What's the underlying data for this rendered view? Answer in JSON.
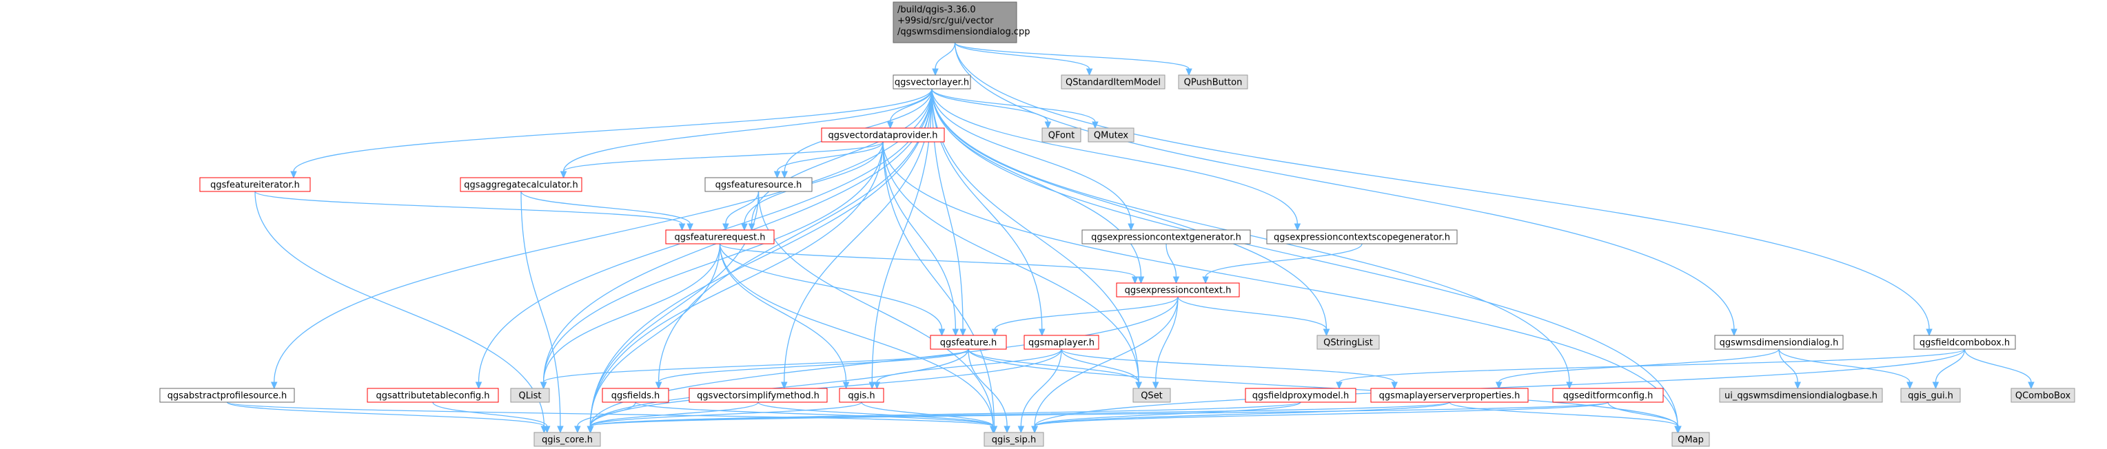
{
  "colors": {
    "edge": "#63b8ff",
    "node_border": "#666666",
    "node_border_has_more": "#ff0000",
    "external_fill": "#e0e0e0",
    "root_fill": "#999999"
  },
  "nodes": [
    {
      "id": "root",
      "lines": [
        "/build/qgis-3.36.0",
        "+99sid/src/gui/vector",
        "/qgswmsdimensiondialog.cpp"
      ],
      "style": "root"
    },
    {
      "id": "qgsvectorlayer_h",
      "lines": [
        "qgsvectorlayer.h"
      ],
      "style": "normal"
    },
    {
      "id": "qstandarditemmodel",
      "lines": [
        "QStandardItemModel"
      ],
      "style": "gray"
    },
    {
      "id": "qpushbutton",
      "lines": [
        "QPushButton"
      ],
      "style": "gray"
    },
    {
      "id": "qgsvectordataprovider_h",
      "lines": [
        "qgsvectordataprovider.h"
      ],
      "style": "red"
    },
    {
      "id": "qfont",
      "lines": [
        "QFont"
      ],
      "style": "gray"
    },
    {
      "id": "qmutex",
      "lines": [
        "QMutex"
      ],
      "style": "gray"
    },
    {
      "id": "qgsfeatureiterator_h",
      "lines": [
        "qgsfeatureiterator.h"
      ],
      "style": "red"
    },
    {
      "id": "qgsaggregatecalculator_h",
      "lines": [
        "qgsaggregatecalculator.h"
      ],
      "style": "red"
    },
    {
      "id": "qgsfeaturesource_h",
      "lines": [
        "qgsfeaturesource.h"
      ],
      "style": "normal"
    },
    {
      "id": "qgsfeaturerequest_h",
      "lines": [
        "qgsfeaturerequest.h"
      ],
      "style": "red"
    },
    {
      "id": "qgsexpressioncontextgenerator_h",
      "lines": [
        "qgsexpressioncontextgenerator.h"
      ],
      "style": "normal"
    },
    {
      "id": "qgsexpressioncontextscopegenerator_h",
      "lines": [
        "qgsexpressioncontextscopegenerator.h"
      ],
      "style": "normal"
    },
    {
      "id": "qgsexpressioncontext_h",
      "lines": [
        "qgsexpressioncontext.h"
      ],
      "style": "red"
    },
    {
      "id": "qgsfeature_h",
      "lines": [
        "qgsfeature.h"
      ],
      "style": "red"
    },
    {
      "id": "qgsmaplayer_h",
      "lines": [
        "qgsmaplayer.h"
      ],
      "style": "red"
    },
    {
      "id": "qstringlist",
      "lines": [
        "QStringList"
      ],
      "style": "gray"
    },
    {
      "id": "qgswmsdimensiondialog_h",
      "lines": [
        "qgswmsdimensiondialog.h"
      ],
      "style": "normal"
    },
    {
      "id": "qgsfieldcombobox_h",
      "lines": [
        "qgsfieldcombobox.h"
      ],
      "style": "normal"
    },
    {
      "id": "qgsabstractprofilesource_h",
      "lines": [
        "qgsabstractprofilesource.h"
      ],
      "style": "normal"
    },
    {
      "id": "qgsattributetableconfig_h",
      "lines": [
        "qgsattributetableconfig.h"
      ],
      "style": "red"
    },
    {
      "id": "qlist",
      "lines": [
        "QList"
      ],
      "style": "gray"
    },
    {
      "id": "qgsfields_h",
      "lines": [
        "qgsfields.h"
      ],
      "style": "red"
    },
    {
      "id": "qgsvectorsimplifymethod_h",
      "lines": [
        "qgsvectorsimplifymethod.h"
      ],
      "style": "red"
    },
    {
      "id": "qgis_h",
      "lines": [
        "qgis.h"
      ],
      "style": "red"
    },
    {
      "id": "qset",
      "lines": [
        "QSet"
      ],
      "style": "gray"
    },
    {
      "id": "qgsfieldproxymodel_h",
      "lines": [
        "qgsfieldproxymodel.h"
      ],
      "style": "red"
    },
    {
      "id": "qgsmaplayerserverproperties_h",
      "lines": [
        "qgsmaplayerserverproperties.h"
      ],
      "style": "red"
    },
    {
      "id": "qgseditformconfig_h",
      "lines": [
        "qgseditformconfig.h"
      ],
      "style": "red"
    },
    {
      "id": "ui_qgswmsdimensiondialogbase_h",
      "lines": [
        "ui_qgswmsdimensiondialogbase.h"
      ],
      "style": "gray"
    },
    {
      "id": "qgis_gui_h",
      "lines": [
        "qgis_gui.h"
      ],
      "style": "gray"
    },
    {
      "id": "qcombobox",
      "lines": [
        "QComboBox"
      ],
      "style": "gray"
    },
    {
      "id": "qgis_core_h",
      "lines": [
        "qgis_core.h"
      ],
      "style": "gray"
    },
    {
      "id": "qgis_sip_h",
      "lines": [
        "qgis_sip.h"
      ],
      "style": "gray"
    },
    {
      "id": "qmap",
      "lines": [
        "QMap"
      ],
      "style": "gray"
    }
  ],
  "edges": [
    [
      "root",
      "qgsvectorlayer_h"
    ],
    [
      "root",
      "qstandarditemmodel"
    ],
    [
      "root",
      "qpushbutton"
    ],
    [
      "root",
      "qgswmsdimensiondialog_h"
    ],
    [
      "root",
      "qgsfieldcombobox_h"
    ],
    [
      "qgsvectorlayer_h",
      "qgsvectordataprovider_h"
    ],
    [
      "qgsvectorlayer_h",
      "qfont"
    ],
    [
      "qgsvectorlayer_h",
      "qmutex"
    ],
    [
      "qgsvectorlayer_h",
      "qgsfeatureiterator_h"
    ],
    [
      "qgsvectorlayer_h",
      "qgsaggregatecalculator_h"
    ],
    [
      "qgsvectorlayer_h",
      "qgsfeaturesource_h"
    ],
    [
      "qgsvectorlayer_h",
      "qgsfeaturerequest_h"
    ],
    [
      "qgsvectorlayer_h",
      "qgsexpressioncontextgenerator_h"
    ],
    [
      "qgsvectorlayer_h",
      "qgsexpressioncontextscopegenerator_h"
    ],
    [
      "qgsvectorlayer_h",
      "qgsexpressioncontext_h"
    ],
    [
      "qgsvectorlayer_h",
      "qgsfeature_h"
    ],
    [
      "qgsvectorlayer_h",
      "qgsmaplayer_h"
    ],
    [
      "qgsvectorlayer_h",
      "qstringlist"
    ],
    [
      "qgsvectorlayer_h",
      "qgsabstractprofilesource_h"
    ],
    [
      "qgsvectorlayer_h",
      "qgsattributetableconfig_h"
    ],
    [
      "qgsvectorlayer_h",
      "qlist"
    ],
    [
      "qgsvectorlayer_h",
      "qgsfields_h"
    ],
    [
      "qgsvectorlayer_h",
      "qgsvectorsimplifymethod_h"
    ],
    [
      "qgsvectorlayer_h",
      "qgis_h"
    ],
    [
      "qgsvectorlayer_h",
      "qset"
    ],
    [
      "qgsvectorlayer_h",
      "qgseditformconfig_h"
    ],
    [
      "qgsvectorlayer_h",
      "qgis_core_h"
    ],
    [
      "qgsvectorlayer_h",
      "qmap"
    ],
    [
      "qgsvectordataprovider_h",
      "qgsaggregatecalculator_h"
    ],
    [
      "qgsvectordataprovider_h",
      "qgsfeaturesource_h"
    ],
    [
      "qgsvectordataprovider_h",
      "qgsfeaturerequest_h"
    ],
    [
      "qgsvectordataprovider_h",
      "qgsfeature_h"
    ],
    [
      "qgsvectordataprovider_h",
      "qlist"
    ],
    [
      "qgsvectordataprovider_h",
      "qset"
    ],
    [
      "qgsvectordataprovider_h",
      "qgis_core_h"
    ],
    [
      "qgsvectordataprovider_h",
      "qgis_sip_h"
    ],
    [
      "qgsvectordataprovider_h",
      "qmap"
    ],
    [
      "qgsfeatureiterator_h",
      "qgsfeaturerequest_h"
    ],
    [
      "qgsfeatureiterator_h",
      "qgis_core_h"
    ],
    [
      "qgsaggregatecalculator_h",
      "qgsfeaturerequest_h"
    ],
    [
      "qgsaggregatecalculator_h",
      "qgis_core_h"
    ],
    [
      "qgsfeaturesource_h",
      "qgsfeaturerequest_h"
    ],
    [
      "qgsfeaturesource_h",
      "qgis_core_h"
    ],
    [
      "qgsfeaturesource_h",
      "qgis_sip_h"
    ],
    [
      "qgsfeaturerequest_h",
      "qgsexpressioncontext_h"
    ],
    [
      "qgsfeaturerequest_h",
      "qgsfeature_h"
    ],
    [
      "qgsfeaturerequest_h",
      "qlist"
    ],
    [
      "qgsfeaturerequest_h",
      "qgis_h"
    ],
    [
      "qgsfeaturerequest_h",
      "qgis_core_h"
    ],
    [
      "qgsfeaturerequest_h",
      "qgis_sip_h"
    ],
    [
      "qgsexpressioncontextgenerator_h",
      "qgsexpressioncontext_h"
    ],
    [
      "qgsexpressioncontextscopegenerator_h",
      "qgsexpressioncontext_h"
    ],
    [
      "qgsexpressioncontext_h",
      "qgsfeature_h"
    ],
    [
      "qgsexpressioncontext_h",
      "qstringlist"
    ],
    [
      "qgsexpressioncontext_h",
      "qset"
    ],
    [
      "qgsexpressioncontext_h",
      "qgis_core_h"
    ],
    [
      "qgsexpressioncontext_h",
      "qgis_sip_h"
    ],
    [
      "qgsfeature_h",
      "qlist"
    ],
    [
      "qgsfeature_h",
      "qgsfields_h"
    ],
    [
      "qgsfeature_h",
      "qset"
    ],
    [
      "qgsfeature_h",
      "qgis_core_h"
    ],
    [
      "qgsfeature_h",
      "qgis_sip_h"
    ],
    [
      "qgsfeature_h",
      "qmap"
    ],
    [
      "qgsmaplayer_h",
      "qgis_h"
    ],
    [
      "qgsmaplayer_h",
      "qset"
    ],
    [
      "qgsmaplayer_h",
      "qgsmaplayerserverproperties_h"
    ],
    [
      "qgsmaplayer_h",
      "qgis_core_h"
    ],
    [
      "qgsmaplayer_h",
      "qgis_sip_h"
    ],
    [
      "qgswmsdimensiondialog_h",
      "qgsmaplayerserverproperties_h"
    ],
    [
      "qgswmsdimensiondialog_h",
      "ui_qgswmsdimensiondialogbase_h"
    ],
    [
      "qgswmsdimensiondialog_h",
      "qgis_gui_h"
    ],
    [
      "qgsfieldcombobox_h",
      "qgsfieldproxymodel_h"
    ],
    [
      "qgsfieldcombobox_h",
      "qgis_gui_h"
    ],
    [
      "qgsfieldcombobox_h",
      "qcombobox"
    ],
    [
      "qgsfieldcombobox_h",
      "qgis_sip_h"
    ],
    [
      "qgsabstractprofilesource_h",
      "qgis_core_h"
    ],
    [
      "qgsabstractprofilesource_h",
      "qgis_sip_h"
    ],
    [
      "qgsattributetableconfig_h",
      "qgis_core_h"
    ],
    [
      "qgsfields_h",
      "qgis_core_h"
    ],
    [
      "qgsfields_h",
      "qgis_sip_h"
    ],
    [
      "qgsvectorsimplifymethod_h",
      "qgis_core_h"
    ],
    [
      "qgsvectorsimplifymethod_h",
      "qgis_sip_h"
    ],
    [
      "qgis_h",
      "qgis_core_h"
    ],
    [
      "qgis_h",
      "qgis_sip_h"
    ],
    [
      "qgsfieldproxymodel_h",
      "qgis_core_h"
    ],
    [
      "qgsfieldproxymodel_h",
      "qgis_sip_h"
    ],
    [
      "qgsmaplayerserverproperties_h",
      "qgis_core_h"
    ],
    [
      "qgsmaplayerserverproperties_h",
      "qgis_sip_h"
    ],
    [
      "qgsmaplayerserverproperties_h",
      "qmap"
    ],
    [
      "qgseditformconfig_h",
      "qgis_core_h"
    ],
    [
      "qgseditformconfig_h",
      "qgis_sip_h"
    ],
    [
      "qgseditformconfig_h",
      "qmap"
    ]
  ]
}
